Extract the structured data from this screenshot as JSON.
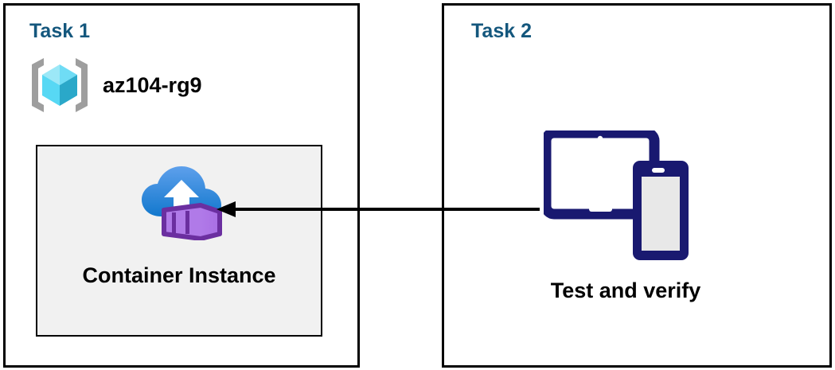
{
  "diagram": {
    "title": "Azure Container Instance task diagram",
    "background_color": "#ffffff",
    "panels": [
      {
        "id": "task1",
        "title": "Task 1",
        "title_color": "#14577d",
        "border_color": "#000000",
        "resource_group": {
          "icon": "resource-group-icon",
          "label": "az104-rg9",
          "label_color": "#000000"
        },
        "inner_box": {
          "fill_color": "#f1f1f1",
          "border_color": "#000000",
          "icon": "container-instance-icon",
          "label": "Container Instance",
          "label_color": "#000000"
        }
      },
      {
        "id": "task2",
        "title": "Task 2",
        "title_color": "#14577d",
        "border_color": "#000000",
        "device": {
          "icon": "devices-tablet-phone-icon",
          "icon_color": "#191970",
          "screen_color": "#e8e8e8",
          "label": "Test and verify",
          "label_color": "#000000"
        }
      }
    ],
    "connector": {
      "icon": "arrow-left-icon",
      "color": "#000000",
      "direction": "right-to-left",
      "from": "Test and verify",
      "to": "Container Instance"
    },
    "colors": {
      "title_blue": "#14577d",
      "navy": "#191970",
      "cloud_blue_light": "#5ea0ec",
      "cloud_blue_dark": "#1b7fd4",
      "container_purple_light": "#b07ae8",
      "container_purple_dark": "#6b2fa0",
      "cube_cyan_light": "#9ce8f7",
      "cube_cyan": "#32d3f2",
      "cube_teal": "#2aa8c9",
      "bracket_gray": "#9e9e9e",
      "box_gray": "#f1f1f1"
    }
  }
}
